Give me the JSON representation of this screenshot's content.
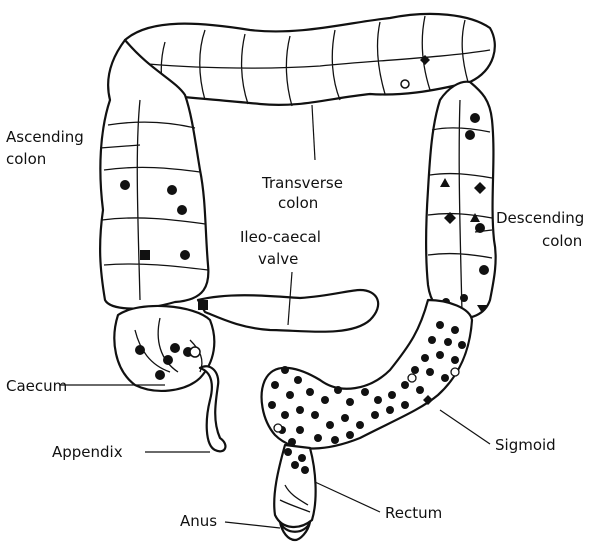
{
  "labels": {
    "ascending_line1": "Ascending",
    "ascending_line2": "colon",
    "transverse_line1": "Transverse",
    "transverse_line2": "colon",
    "ileo_line1": "Ileo-caecal",
    "ileo_line2": "valve",
    "descending_line1": "Descending",
    "descending_line2": "colon",
    "caecum": "Caecum",
    "appendix": "Appendix",
    "sigmoid": "Sigmoid",
    "rectum": "Rectum",
    "anus": "Anus"
  },
  "colors": {
    "ink": "#111111",
    "background": "#ffffff"
  },
  "legend_symbols": [
    "dot",
    "triangle",
    "diamond",
    "square",
    "open-circle"
  ]
}
